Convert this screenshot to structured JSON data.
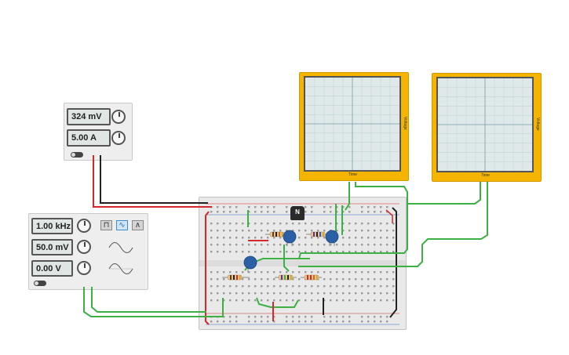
{
  "power_supply": {
    "voltage": "324 mV",
    "current": "5.00 A"
  },
  "function_generator": {
    "frequency": "1.00 kHz",
    "amplitude": "50.0 mV",
    "offset": "0.00 V",
    "waveforms": [
      "square",
      "sine",
      "triangle"
    ],
    "active_waveform": "sine"
  },
  "oscilloscopes": [
    {
      "time_label": "Time",
      "voltage_label": "Voltage"
    },
    {
      "time_label": "Time",
      "voltage_label": "Voltage"
    }
  ],
  "transistor": {
    "label": "N"
  },
  "colors": {
    "wire_red": "#d62828",
    "wire_black": "#222222",
    "wire_green": "#3cb043",
    "scope_yellow": "#f4b400",
    "capacitor_blue": "#2b5fa6"
  }
}
